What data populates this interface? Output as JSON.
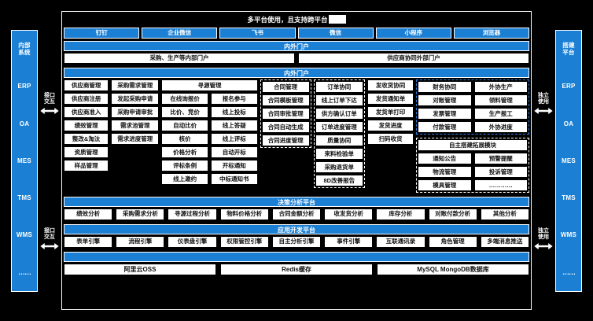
{
  "title": {
    "text": "多平台使用，且支持跨平台",
    "has_redaction": true
  },
  "accent_color": "#1b7fd4",
  "clients": [
    {
      "label": "钉钉"
    },
    {
      "label": "企业微信"
    },
    {
      "label": "飞书"
    },
    {
      "label": "微信"
    },
    {
      "label": "小程序"
    },
    {
      "label": "浏览器"
    }
  ],
  "portal_section": {
    "banner": "内外门户",
    "items": [
      {
        "label": "采购、生产等内部门户"
      },
      {
        "label": "供应商协同外部门户"
      }
    ]
  },
  "modules_section": {
    "banner": "内外门户",
    "columns": [
      {
        "name": "supplier",
        "header": "供应商管理",
        "header_span": 1,
        "cells": [
          "供应商注册",
          "供应商准入",
          "绩效管理",
          "整改&淘汰",
          "资质管理",
          "样品管理"
        ]
      },
      {
        "name": "purchase-demand",
        "header": "采购需求管理",
        "header_span": 1,
        "cells": [
          "发起采购申请",
          "采购申请审批",
          "需求池管理",
          "需求进度管理"
        ]
      },
      {
        "name": "sourcing",
        "header": "寻源管理",
        "header_span": 2,
        "pairs": [
          [
            "在线询报价",
            "报名参与"
          ],
          [
            "比价、竞价",
            "线上投标"
          ],
          [
            "自动比价",
            "线上答疑"
          ],
          [
            "核价",
            "线上评标"
          ],
          [
            "价格分析",
            "自动开标"
          ],
          [
            "评标条例",
            "开标通知"
          ],
          [
            "线上邀约",
            "中标通知书"
          ]
        ]
      },
      {
        "name": "contract",
        "header": "合同管理",
        "header_span": 1,
        "dashed": true,
        "cells": [
          "合同模板管理",
          "合同审批管理",
          "合同自动生成",
          "合同进度管理"
        ]
      },
      {
        "name": "order",
        "header": "订单协同",
        "header_span": 1,
        "dashed": true,
        "cells": [
          "线上订单下达",
          "供方确认订单",
          "订单进度管理",
          "质量协同",
          "来料检验单",
          "采购退货单",
          "8D改善报告"
        ]
      },
      {
        "name": "delivery",
        "header": "发收货协同",
        "header_span": 1,
        "cells": [
          "发货通知单",
          "发货单打印",
          "发货进度",
          "扫码收货"
        ]
      }
    ],
    "right_group": {
      "highlighted": true,
      "pairs": [
        [
          "财务协同",
          "外协生产"
        ],
        [
          "对账管理",
          "领料管理"
        ],
        [
          "发票管理",
          "生产报工"
        ],
        [
          "付款管理",
          "外协进度"
        ]
      ],
      "extend_label": "自主搭建拓展模块",
      "extend_pairs": [
        [
          "通知公告",
          "预警提醒"
        ],
        [
          "物流管理",
          "投诉管理"
        ],
        [
          "模具管理",
          "…………"
        ]
      ]
    }
  },
  "decision_section": {
    "banner": "决策分析平台",
    "items": [
      {
        "label": "绩效分析"
      },
      {
        "label": "采购需求分析"
      },
      {
        "label": "寻源过程分析"
      },
      {
        "label": "物料价格分析"
      },
      {
        "label": "合同金额分析"
      },
      {
        "label": "收发货分析"
      },
      {
        "label": "库存分析"
      },
      {
        "label": "对账付款分析"
      },
      {
        "label": "其他分析"
      }
    ]
  },
  "appdev_section": {
    "banner": "应用开发平台",
    "items": [
      {
        "label": "表单引擎"
      },
      {
        "label": "流程引擎"
      },
      {
        "label": "仪表盘引擎"
      },
      {
        "label": "权限管控引擎"
      },
      {
        "label": "自主分析引擎"
      },
      {
        "label": "事件引擎"
      },
      {
        "label": "互联通讯录"
      },
      {
        "label": "角色管理"
      },
      {
        "label": "多端消息推送"
      }
    ]
  },
  "infra_section": {
    "items": [
      {
        "label": "阿里云OSS"
      },
      {
        "label": "Redis缓存"
      },
      {
        "label": "MySQL MongoDB数据库"
      }
    ]
  },
  "left_sidebar": {
    "items": [
      {
        "label": "内部\n系统",
        "head": true
      },
      {
        "label": "ERP"
      },
      {
        "label": "OA"
      },
      {
        "label": "MES"
      },
      {
        "label": "TMS"
      },
      {
        "label": "WMS"
      },
      {
        "label": "……",
        "dots": true
      }
    ]
  },
  "right_sidebar": {
    "items": [
      {
        "label": "搭建\n平台",
        "head": true
      },
      {
        "label": "ERP"
      },
      {
        "label": "OA"
      },
      {
        "label": "MES"
      },
      {
        "label": "TMS"
      },
      {
        "label": "WMS"
      },
      {
        "label": "……",
        "dots": true
      }
    ]
  },
  "connectors": {
    "left_label": "接口\n交互",
    "right_label": "独立\n使用"
  }
}
